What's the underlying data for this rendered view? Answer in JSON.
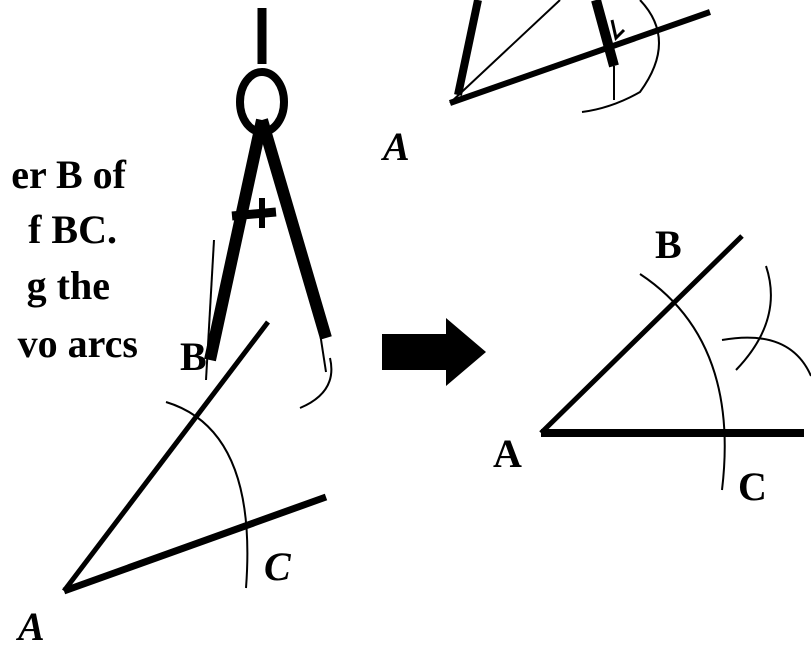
{
  "instruction_lines": [
    "er B of",
    "f BC.",
    "g the",
    "vo arcs"
  ],
  "labels": {
    "left_A": "A",
    "left_B": "B",
    "left_C": "C",
    "top_A": "A",
    "right_A": "A",
    "right_B": "B",
    "right_C": "C"
  },
  "colors": {
    "ink": "#000000",
    "background": "#ffffff"
  }
}
